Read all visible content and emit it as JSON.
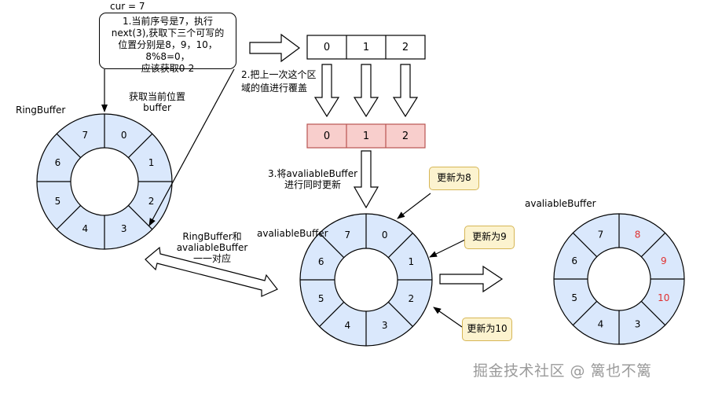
{
  "cur_label": "cur = 7",
  "info_box": {
    "lines": [
      "1.当前序号是7，执行",
      "next(3),获取下三个可写的",
      "位置分别是8，9，10，",
      "8%8=0，",
      "应该获取0-2"
    ]
  },
  "top_buffer": {
    "cells": [
      "0",
      "1",
      "2"
    ]
  },
  "step2_lines": [
    "2.把上一次这个区",
    "域的值进行覆盖"
  ],
  "pink_buffer": {
    "cells": [
      "0",
      "1",
      "2"
    ]
  },
  "step3_lines": [
    "3.将avaliableBuffer",
    "进行同时更新"
  ],
  "get_pos_lines": [
    "获取当前位置",
    "buffer"
  ],
  "ringbuffer_label": "RingBuffer",
  "ring_mapping_lines": [
    "RingBuffer和",
    "avaliableBuffer",
    "一一对应"
  ],
  "avaliable_label": "avaliableBuffer",
  "avaliable_label_right": "avaliableBuffer",
  "rings": {
    "left": [
      "0",
      "1",
      "2",
      "3",
      "4",
      "5",
      "6",
      "7"
    ],
    "middle": [
      "0",
      "1",
      "2",
      "3",
      "4",
      "5",
      "6",
      "7"
    ],
    "right": [
      "8",
      "9",
      "10",
      "3",
      "4",
      "5",
      "6",
      "7"
    ]
  },
  "notes": [
    "更新为8",
    "更新为9",
    "更新为10"
  ],
  "watermark": "掘金技术社区 @ 篱也不篱",
  "colors": {
    "ring_fill": "#dae8fc",
    "pink_fill": "#f8cecc",
    "pink_stroke": "#b85450",
    "note_fill": "#fcf3cf",
    "updated_text": "#e03030"
  }
}
